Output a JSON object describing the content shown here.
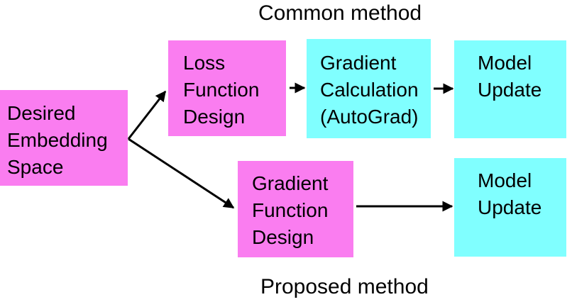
{
  "titles": {
    "common": "Common method",
    "proposed": "Proposed method"
  },
  "nodes": {
    "desired_embedding_space": {
      "label": "Desired\nEmbedding\nSpace",
      "fill": "#fa7df0"
    },
    "loss_function_design": {
      "label": "Loss\nFunction\nDesign",
      "fill": "#fa7df0"
    },
    "gradient_calculation": {
      "label": "Gradient\nCalculation\n(AutoGrad)",
      "fill": "#80ffff"
    },
    "model_update_top": {
      "label": "Model\nUpdate",
      "fill": "#80ffff"
    },
    "gradient_function_design": {
      "label": "Gradient\nFunction\nDesign",
      "fill": "#fa7df0"
    },
    "model_update_bottom": {
      "label": "Model\nUpdate",
      "fill": "#80ffff"
    }
  },
  "colors": {
    "pink": "#fa7df0",
    "cyan": "#80ffff",
    "arrow": "#000000",
    "text": "#000000",
    "background": "#ffffff"
  }
}
